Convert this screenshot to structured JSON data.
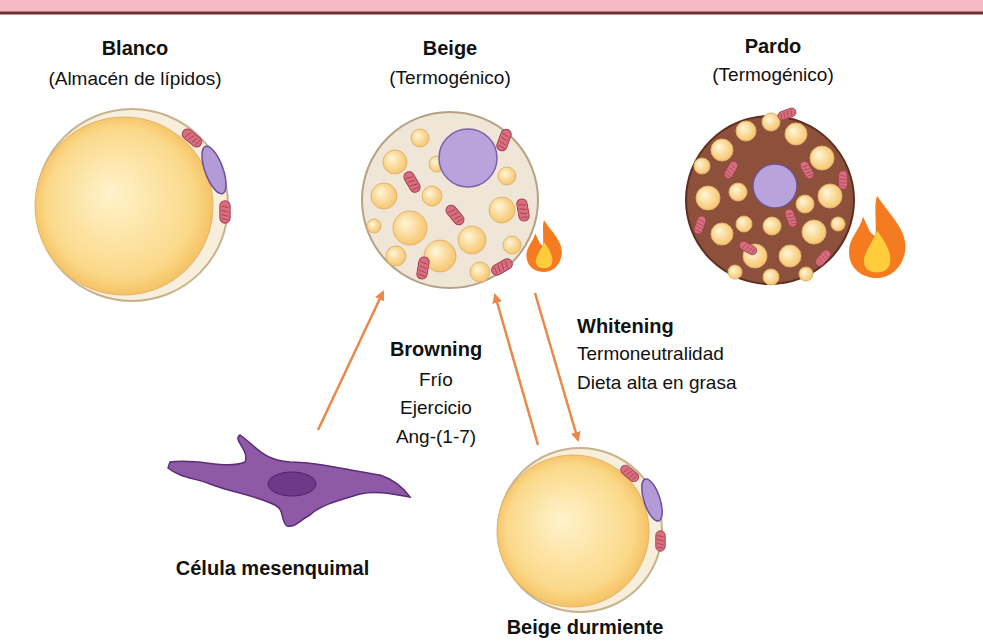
{
  "diagram": {
    "nodes": [
      {
        "text": [
          "Blanco",
          "(Almacén de lípidos)"
        ]
      },
      {
        "text": [
          "Beige",
          "(Termogénico)"
        ]
      },
      {
        "text": [
          "Pardo",
          "(Termogénico)"
        ]
      },
      {
        "text": [
          "Célula mesenquimal"
        ]
      },
      {
        "text": [
          "Beige durmiente"
        ]
      }
    ],
    "edges": [
      {
        "from": 3,
        "to": 1,
        "arrow": "to"
      },
      {
        "from": 4,
        "to": 1,
        "arrow": "to"
      },
      {
        "from": 1,
        "to": 4,
        "arrow": "to"
      }
    ],
    "labels": [
      "Browning",
      "Frío",
      "Ejercicio",
      "Ang-(1-7)",
      "Whitening",
      "Termoneutralidad",
      "Dieta alta en grasa"
    ]
  }
}
